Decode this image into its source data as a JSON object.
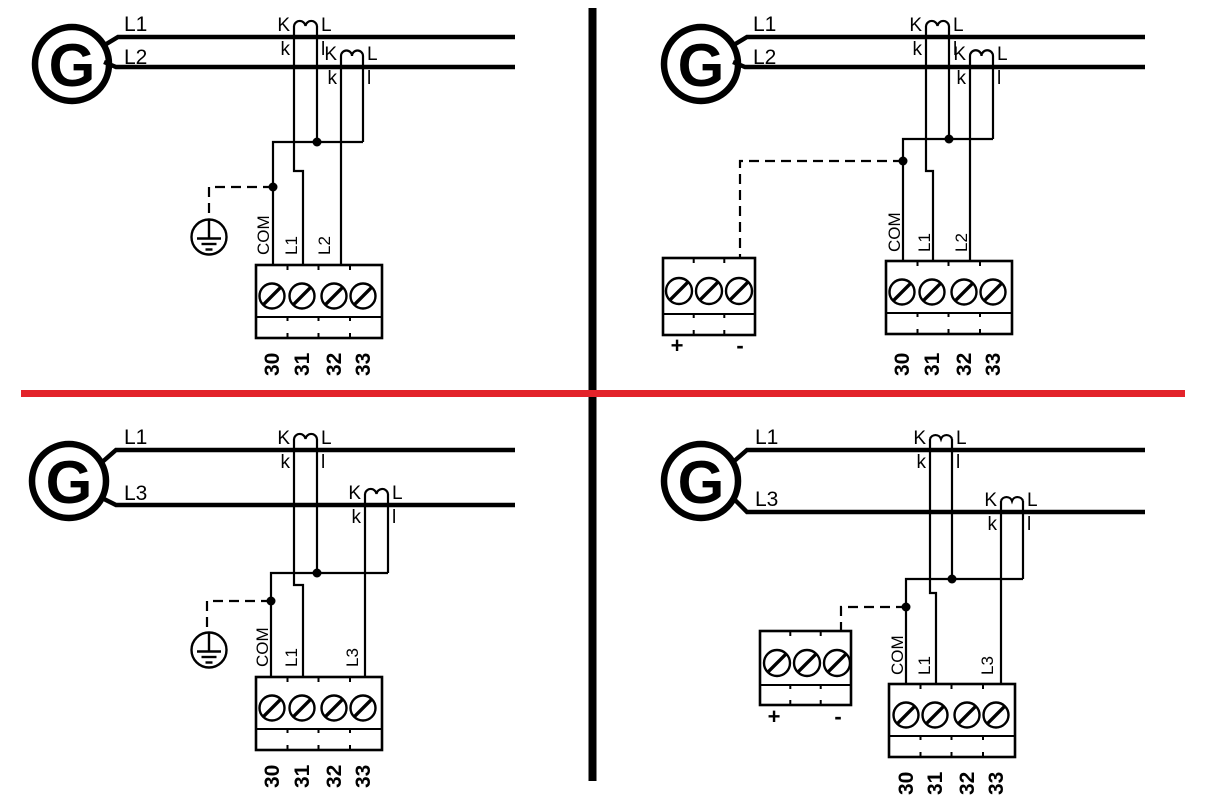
{
  "colors": {
    "ink": "#000000",
    "divider": "#e3232a",
    "background": "#ffffff"
  },
  "shared": {
    "generator": "G",
    "ct": {
      "K": "K",
      "L": "L",
      "k": "k",
      "l": "l"
    },
    "terminals": [
      "30",
      "31",
      "32",
      "33"
    ],
    "dc": {
      "plus": "+",
      "minus": "-"
    }
  },
  "quadrants": [
    {
      "position": "top-left",
      "phases": [
        "L1",
        "L2"
      ],
      "wires": [
        "COM",
        "L1",
        "L2"
      ],
      "reference": "protective-earth"
    },
    {
      "position": "top-right",
      "phases": [
        "L1",
        "L2"
      ],
      "wires": [
        "COM",
        "L1",
        "L2"
      ],
      "reference": "dc-supply"
    },
    {
      "position": "bottom-left",
      "phases": [
        "L1",
        "L3"
      ],
      "wires": [
        "COM",
        "L1",
        "L3"
      ],
      "reference": "protective-earth"
    },
    {
      "position": "bottom-right",
      "phases": [
        "L1",
        "L3"
      ],
      "wires": [
        "COM",
        "L1",
        "L3"
      ],
      "reference": "dc-supply"
    }
  ]
}
